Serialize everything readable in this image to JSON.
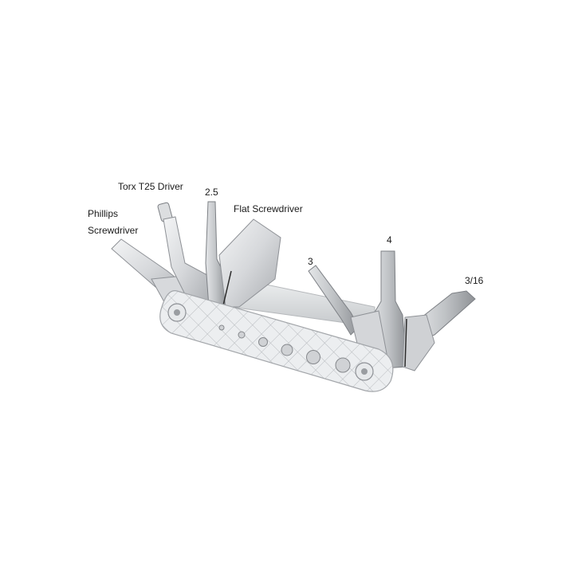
{
  "product": {
    "name": "multi-tool",
    "labels": {
      "torx": "Torx T25 Driver",
      "hex25": "2.5",
      "phillips_line1": "Phillips",
      "phillips_line2": "Screwdriver",
      "flat": "Flat Screwdriver",
      "hex3": "3",
      "hex4": "4",
      "hex316": "3/16"
    }
  },
  "colors": {
    "background": "#ffffff",
    "metal_light": "#e9eaec",
    "metal_mid": "#c9cbce",
    "metal_dark": "#8e9196",
    "edge": "#2a2a2a"
  }
}
